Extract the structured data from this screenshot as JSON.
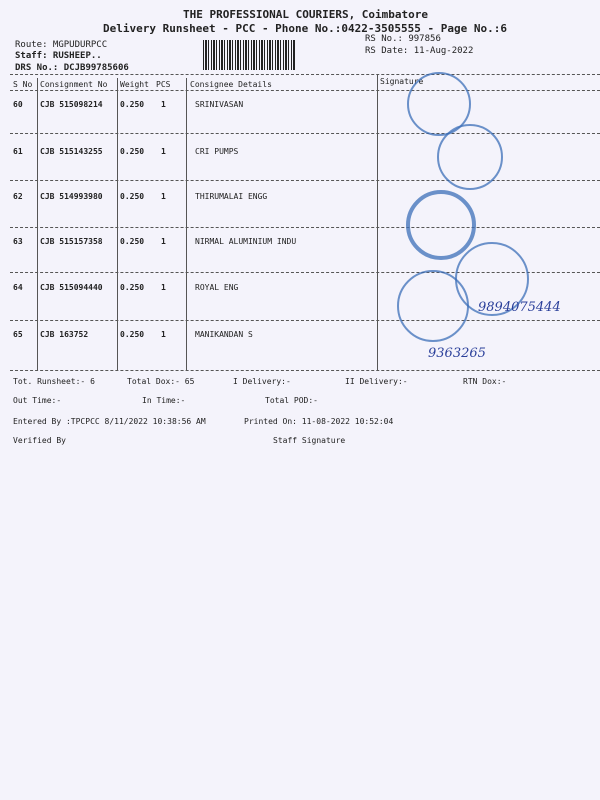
{
  "header": {
    "company": "THE PROFESSIONAL COURIERS, Coimbatore",
    "subtitle": "Delivery Runsheet - PCC - Phone No.:0422-3505555 - Page No.:6",
    "route": "Route: MGPUDURPCC",
    "staff": "Staff: RUSHEEP..",
    "drs": "DRS No.: DCJB99785606",
    "rs_no": "RS No.: 997856",
    "rs_date": "RS Date: 11-Aug-2022"
  },
  "table": {
    "columns": [
      "S No",
      "Consignment No",
      "Weight",
      "PCS",
      "Consignee Details",
      "Signature"
    ],
    "rows": [
      {
        "sno": "60",
        "cons": "CJB 515098214",
        "weight": "0.250",
        "pcs": "1",
        "consignee": "SRINIVASAN"
      },
      {
        "sno": "61",
        "cons": "CJB 515143255",
        "weight": "0.250",
        "pcs": "1",
        "consignee": "CRI PUMPS"
      },
      {
        "sno": "62",
        "cons": "CJB 514993980",
        "weight": "0.250",
        "pcs": "1",
        "consignee": "THIRUMALAI ENGG"
      },
      {
        "sno": "63",
        "cons": "CJB 515157358",
        "weight": "0.250",
        "pcs": "1",
        "consignee": "NIRMAL  ALUMINIUM  INDU"
      },
      {
        "sno": "64",
        "cons": "CJB 515094440",
        "weight": "0.250",
        "pcs": "1",
        "consignee": "ROYAL ENG"
      },
      {
        "sno": "65",
        "cons": "CJB 163752",
        "weight": "0.250",
        "pcs": "1",
        "consignee": "MANIKANDAN S"
      }
    ]
  },
  "footer": {
    "tot_runsheet": "Tot. Runsheet:- 6",
    "total_dox": "Total Dox:-  65",
    "i_delivery": "I Delivery:-",
    "ii_delivery": "II Delivery:-",
    "rtn_dox": "RTN Dox:-",
    "out_time": "Out Time:-",
    "in_time": "In Time:-",
    "total_pod": "Total POD:-",
    "entered_by": "Entered By :TPCPCC 8/11/2022 10:38:56 AM",
    "printed_on": "Printed On: 11-08-2022 10:52:04",
    "verified_by": "Verified By",
    "staff_signature": "Staff Signature"
  },
  "handwriting": {
    "phone1": "9894075444",
    "phone2": "9363265"
  }
}
